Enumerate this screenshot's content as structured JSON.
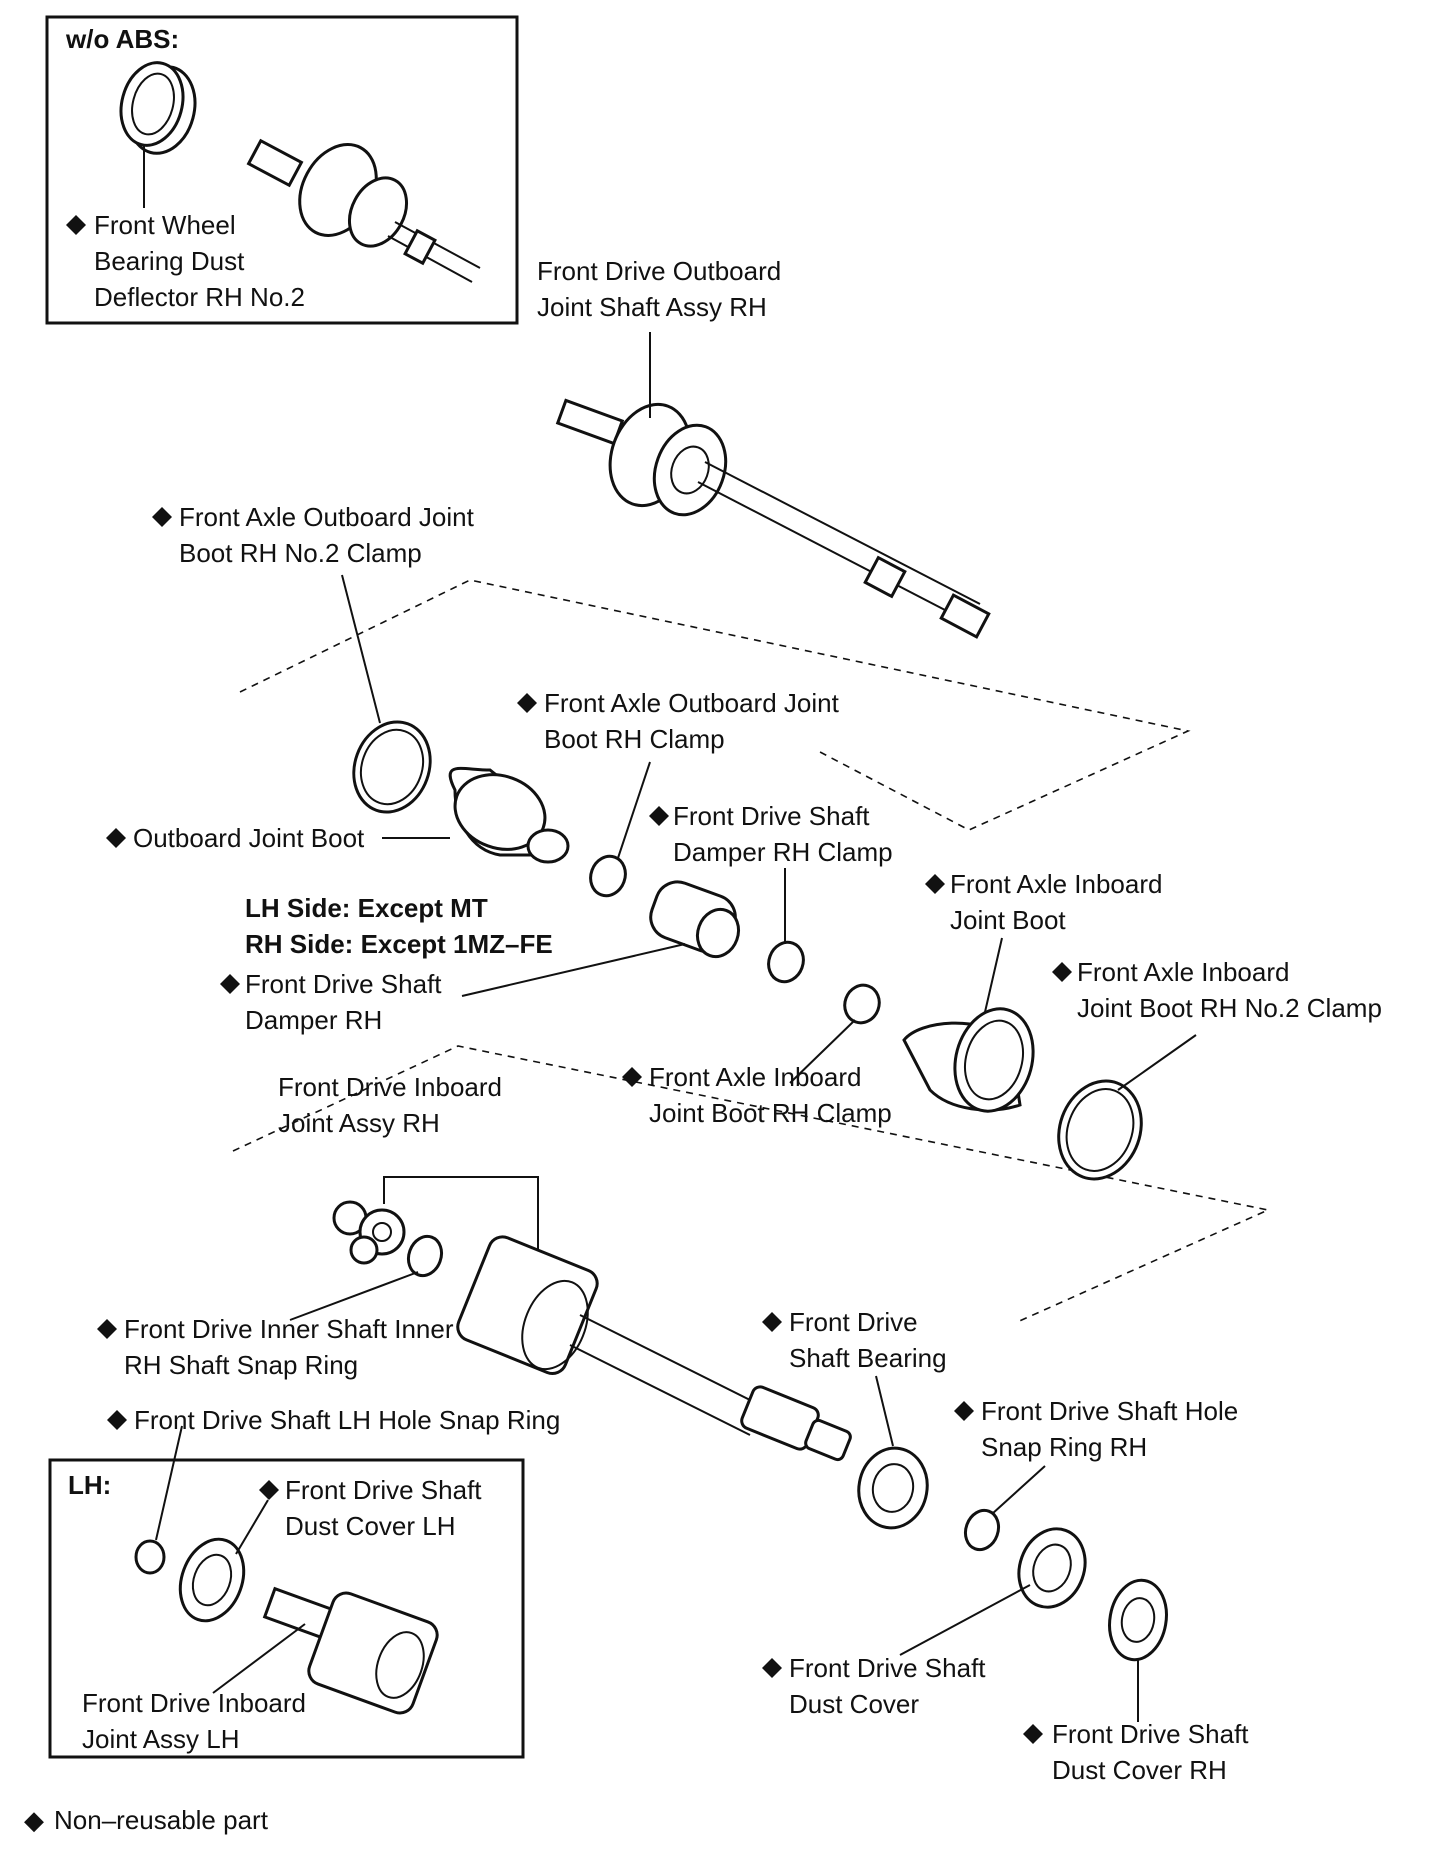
{
  "insets": {
    "wo_abs": {
      "title": "w/o ABS:"
    },
    "lh": {
      "title": "LH:"
    }
  },
  "labels": {
    "front_wheel_deflector": [
      "Front Wheel",
      "Bearing Dust",
      "Deflector RH No.2"
    ],
    "outboard_shaft_assy": [
      "Front Drive Outboard",
      "Joint Shaft Assy RH"
    ],
    "outboard_no2_clamp": [
      "Front Axle Outboard Joint",
      "Boot RH No.2 Clamp"
    ],
    "outboard_boot_clamp": [
      "Front  Axle  Outboard  Joint",
      "Boot RH Clamp"
    ],
    "outboard_joint_boot": [
      "Outboard Joint Boot"
    ],
    "damper_clamp": [
      "Front Drive Shaft",
      "Damper RH Clamp"
    ],
    "inboard_joint_boot": [
      "Front Axle Inboard",
      "Joint Boot"
    ],
    "inboard_no2_clamp": [
      "Front Axle Inboard",
      "Joint Boot RH No.2 Clamp"
    ],
    "damper_condition": [
      "LH Side: Except MT",
      "RH Side: Except 1MZ–FE"
    ],
    "damper": [
      "Front Drive Shaft",
      "Damper RH"
    ],
    "inboard_boot_clamp": [
      "Front Axle Inboard",
      "Joint Boot RH Clamp"
    ],
    "inboard_joint_rh": [
      "Front Drive Inboard",
      "Joint Assy RH"
    ],
    "inner_snap_ring": [
      "Front Drive Inner Shaft Inner",
      "RH Shaft Snap Ring"
    ],
    "shaft_bearing": [
      "Front Drive",
      "Shaft Bearing"
    ],
    "hole_snap_ring_rh": [
      "Front Drive Shaft Hole",
      "Snap Ring RH"
    ],
    "lh_hole_snap_ring": [
      "Front Drive Shaft LH Hole Snap Ring"
    ],
    "dust_cover_lh": [
      "Front Drive Shaft",
      "Dust Cover LH"
    ],
    "inboard_joint_lh": [
      "Front Drive Inboard",
      "Joint Assy LH"
    ],
    "dust_cover": [
      "Front Drive Shaft",
      "Dust Cover"
    ],
    "dust_cover_rh": [
      "Front Drive Shaft",
      "Dust Cover RH"
    ]
  },
  "legend": {
    "symbol": "◆",
    "text": "Non–reusable part"
  },
  "icons": {
    "non_reusable": "black-diamond"
  },
  "colors": {
    "line": "#111111",
    "background": "#ffffff"
  }
}
